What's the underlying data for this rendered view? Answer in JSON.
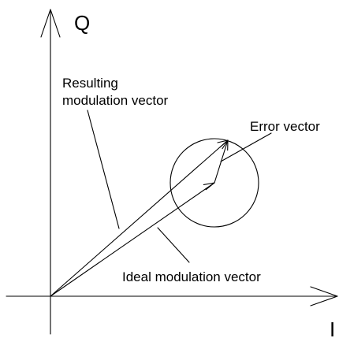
{
  "diagram": {
    "axes": {
      "q_label": "Q",
      "i_label": "I"
    },
    "labels": {
      "resulting_line1": "Resulting",
      "resulting_line2": "modulation vector",
      "error": "Error vector",
      "ideal": "Ideal modulation vector"
    },
    "colors": {
      "stroke": "#000000",
      "background": "#ffffff"
    }
  }
}
